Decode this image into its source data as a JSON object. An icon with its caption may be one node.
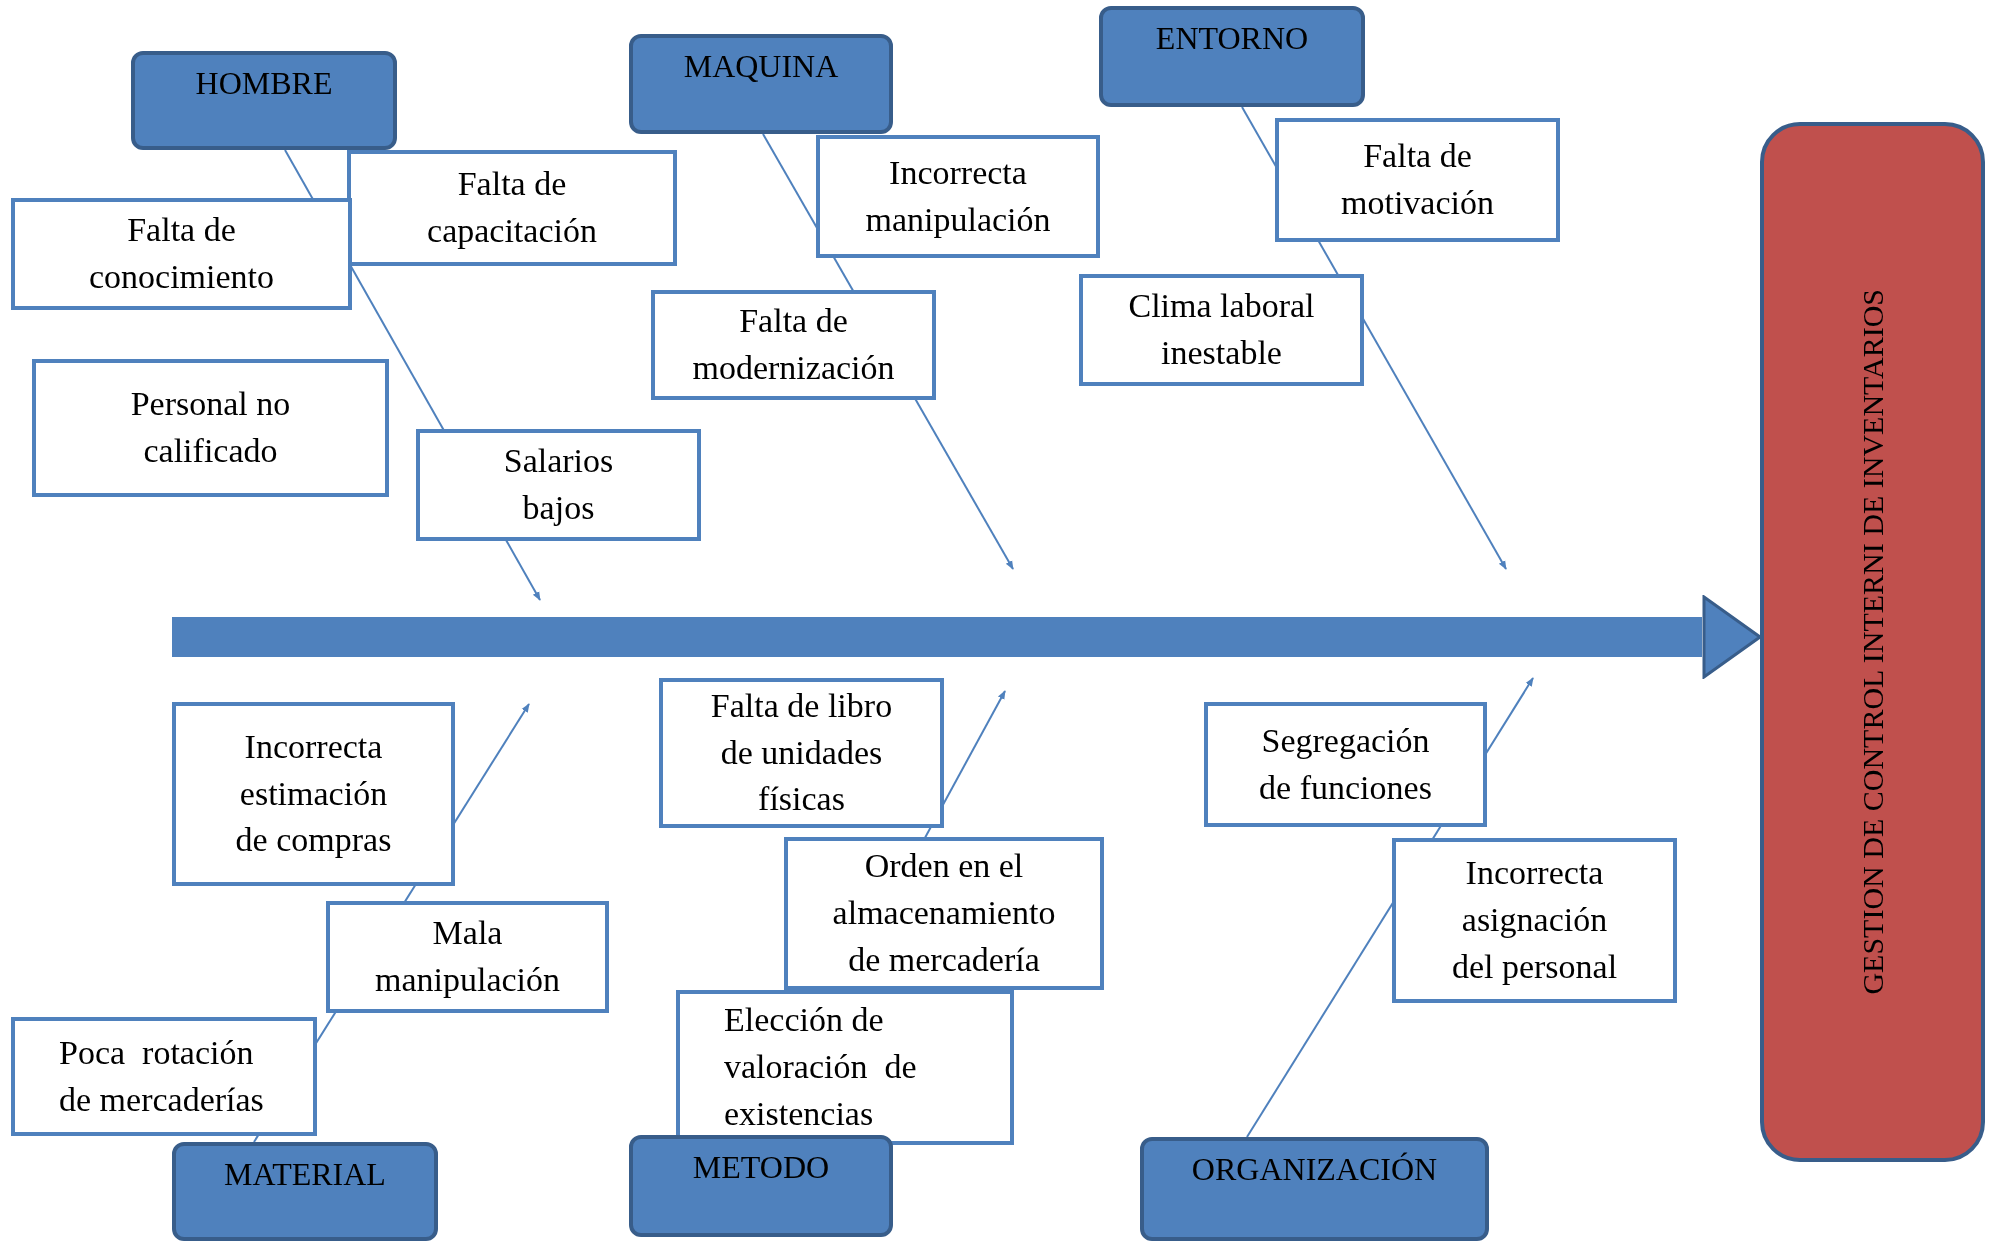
{
  "diagram": {
    "nodes": [
      {
        "text": [
          "HOMBRE"
        ]
      },
      {
        "text": [
          "MAQUINA"
        ]
      },
      {
        "text": [
          "ENTORNO"
        ]
      },
      {
        "text": [
          "GESTION DE CONTROL INTERNI DE INVENTARIOS"
        ]
      },
      {
        "text": [
          "Falta de capacitación"
        ]
      },
      {
        "text": [
          "Falta de conocimiento"
        ]
      },
      {
        "text": [
          "Personal no calificado"
        ]
      },
      {
        "text": [
          "Salarios bajos"
        ]
      },
      {
        "text": [
          "Incorrecta manipulación"
        ]
      },
      {
        "text": [
          "Falta de modernización"
        ]
      },
      {
        "text": [
          "Falta de motivación"
        ]
      },
      {
        "text": [
          "Clima laboral inestable"
        ]
      },
      {
        "text": [
          "Incorrecta estimación de compras"
        ]
      },
      {
        "text": [
          "Mala manipulación"
        ]
      },
      {
        "text": [
          "Poca  rotación de mercaderías"
        ]
      },
      {
        "text": [
          "Falta de libro de unidades físicas"
        ]
      },
      {
        "text": [
          "Orden en el almacenamiento de mercadería"
        ]
      },
      {
        "text": [
          "Elección de valoración  de existencias"
        ]
      },
      {
        "text": [
          "Segregación de funciones"
        ]
      },
      {
        "text": [
          "Incorrecta asignación del personal"
        ]
      },
      {
        "text": [
          "MATERIAL"
        ]
      },
      {
        "text": [
          "METODO"
        ]
      },
      {
        "text": [
          "ORGANIZACIÓN"
        ]
      }
    ],
    "edges": [
      {
        "from": 0,
        "to": null,
        "arrow": "to"
      },
      {
        "from": 1,
        "to": null,
        "arrow": "to"
      },
      {
        "from": 2,
        "to": null,
        "arrow": "to"
      },
      {
        "from": 20,
        "to": null,
        "arrow": "to"
      },
      {
        "from": 21,
        "to": null,
        "arrow": "to"
      },
      {
        "from": 22,
        "to": null,
        "arrow": "to"
      },
      {
        "from": null,
        "to": 3,
        "arrow": "to",
        "style": "thick"
      }
    ]
  }
}
